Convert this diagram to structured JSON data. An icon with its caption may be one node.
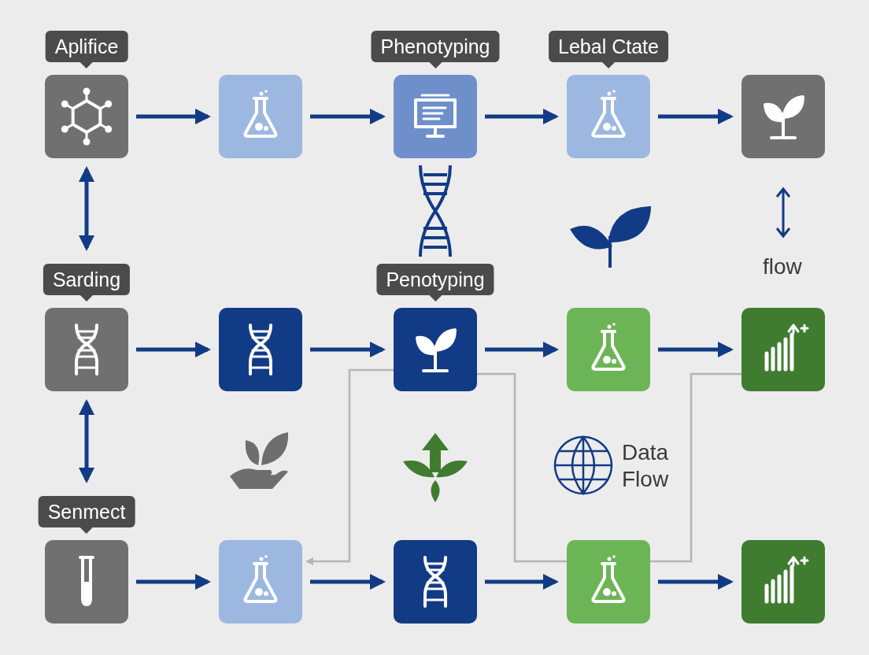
{
  "diagram": {
    "nodes": [
      {
        "text": [
          "Aplifice"
        ]
      },
      {
        "text": [],
        "shape": "box"
      },
      {
        "text": [
          "Phenotyping"
        ]
      },
      {
        "text": [
          "Lebal Ctate"
        ]
      },
      {
        "text": [],
        "shape": "box"
      },
      {
        "text": [
          "Sarding"
        ]
      },
      {
        "text": [],
        "shape": "box"
      },
      {
        "text": [
          "Penotyping"
        ]
      },
      {
        "text": [],
        "shape": "box"
      },
      {
        "text": [],
        "shape": "box"
      },
      {
        "text": [
          "Senmect"
        ]
      },
      {
        "text": [],
        "shape": "box"
      },
      {
        "text": [],
        "shape": "box"
      },
      {
        "text": [],
        "shape": "box"
      },
      {
        "text": [],
        "shape": "box"
      }
    ],
    "edges": [
      {
        "from": 0,
        "to": 1,
        "arrow": "to"
      },
      {
        "from": 1,
        "to": 2,
        "arrow": "to"
      },
      {
        "from": 2,
        "to": 3,
        "arrow": "to"
      },
      {
        "from": 3,
        "to": 4,
        "arrow": "to"
      },
      {
        "from": 5,
        "to": 6,
        "arrow": "to"
      },
      {
        "from": 6,
        "to": 7,
        "arrow": "to"
      },
      {
        "from": 7,
        "to": 8,
        "arrow": "to"
      },
      {
        "from": 8,
        "to": 9,
        "arrow": "to"
      },
      {
        "from": 10,
        "to": 11,
        "arrow": "to"
      },
      {
        "from": 11,
        "to": 12,
        "arrow": "to"
      },
      {
        "from": 12,
        "to": 13,
        "arrow": "to"
      },
      {
        "from": 13,
        "to": 14,
        "arrow": "to"
      },
      {
        "from": 0,
        "to": 5,
        "arrow": "both"
      },
      {
        "from": 5,
        "to": 10,
        "arrow": "both"
      },
      {
        "from": 7,
        "to": 11,
        "arrow": "to",
        "color": "#b5b5b5"
      },
      {
        "from": 7,
        "to": 13,
        "arrow": "none",
        "color": "#b5b5b5"
      },
      {
        "from": 13,
        "to": 9,
        "arrow": "none",
        "color": "#b5b5b5"
      }
    ],
    "labels": [
      "flow",
      "Data Flow"
    ]
  }
}
